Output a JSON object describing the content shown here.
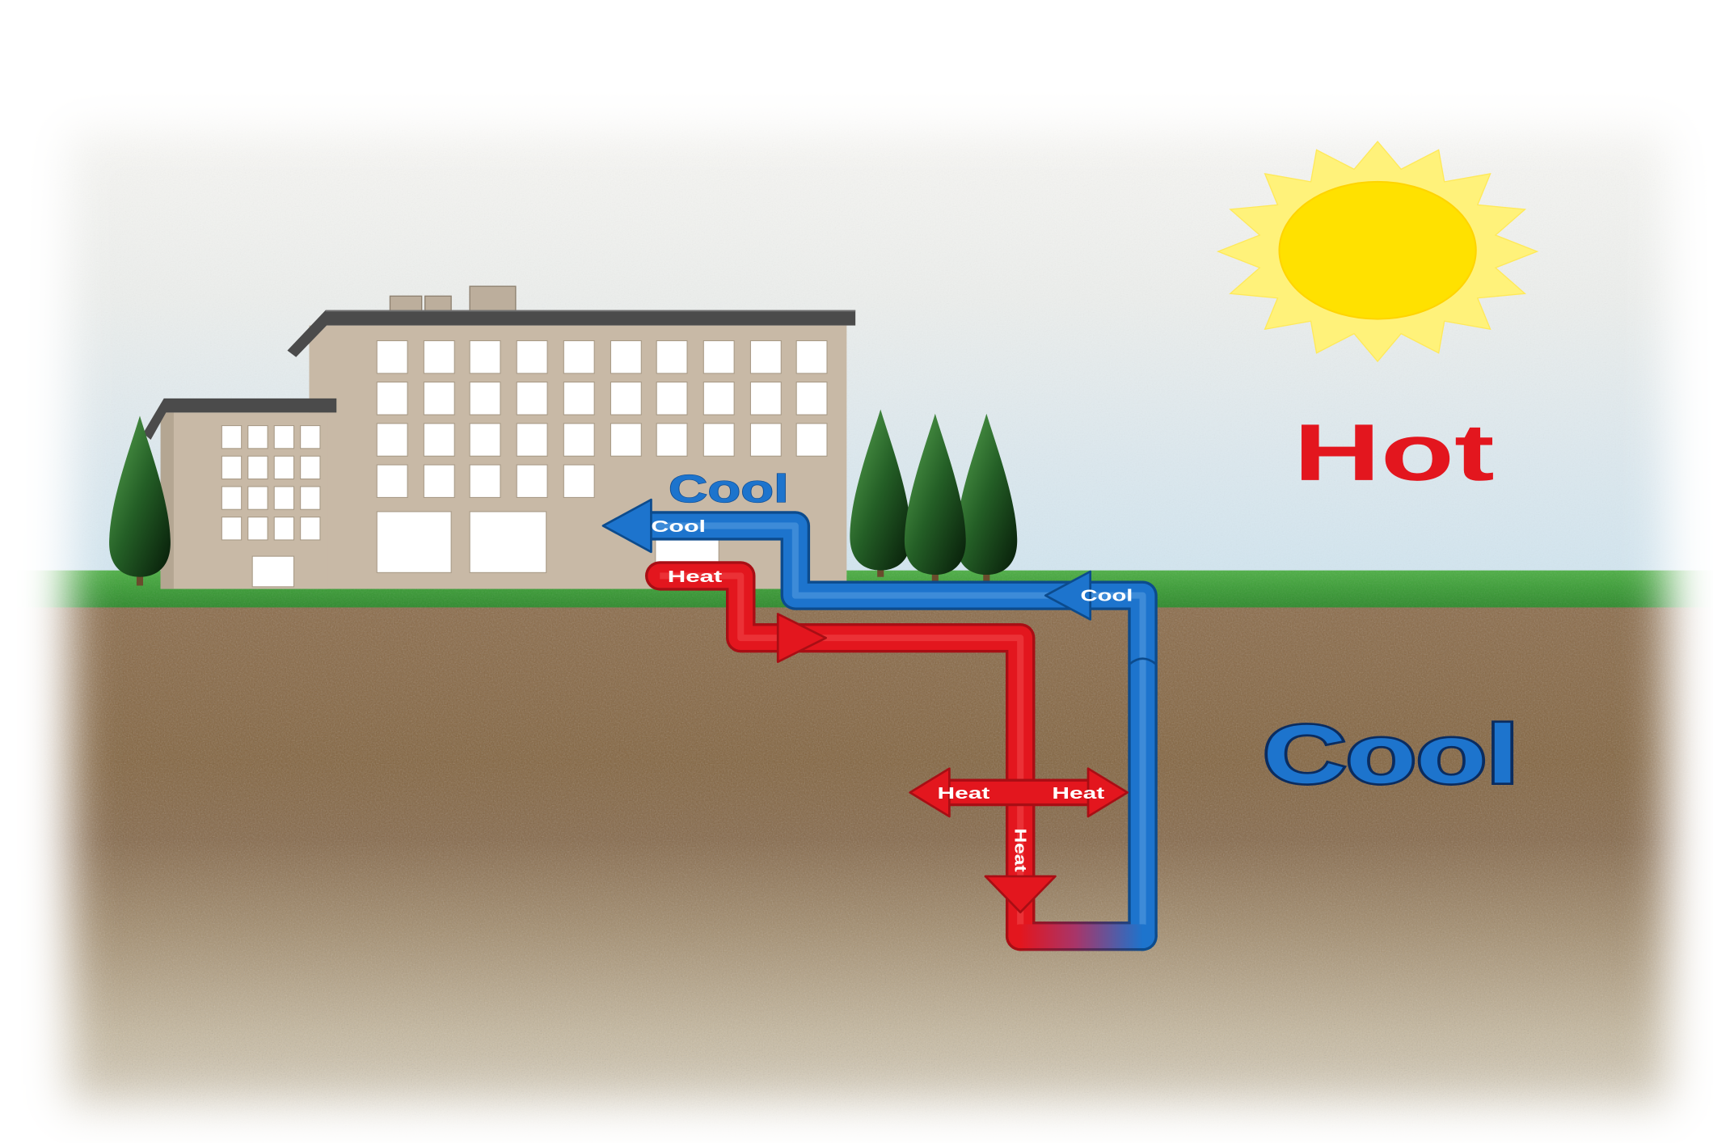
{
  "labels": {
    "hot": "Hot",
    "cool_large": "Cool",
    "cool_building": "Cool",
    "cool_supply_arrow": "Cool",
    "cool_return_arrow": "Cool",
    "heat_building_arrow": "Heat",
    "heat_left_arrow": "Heat",
    "heat_right_arrow": "Heat",
    "heat_down_arrow": "Heat"
  },
  "colors": {
    "hot_red": "#e3161e",
    "cool_blue": "#1d74cd",
    "cool_text_outline": "#0a2c60",
    "sun_core": "#ffe100",
    "sun_rays": "#fff27a",
    "grass": "#3c9d37",
    "soil": "#86684a",
    "building_wall": "#c8b9a6",
    "roof": "#4b4b4b",
    "tree": "#245f26"
  }
}
